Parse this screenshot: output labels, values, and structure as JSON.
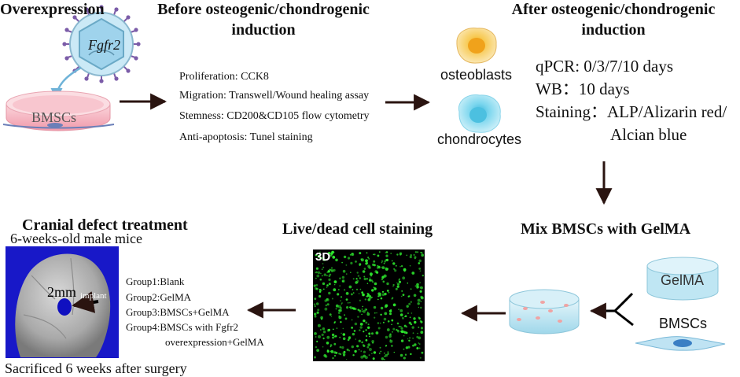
{
  "overexpression": {
    "title": "Overexpression",
    "gene_label": "Fgfr2",
    "dish_label": "BMSCs"
  },
  "before": {
    "title_line1": "Before osteogenic/chondrogenic",
    "title_line2": "induction",
    "assays": [
      "Proliferation: CCK8",
      "Migration: Transwell/Wound healing assay",
      "Stemness: CD200&CD105 flow cytometry",
      "Anti-apoptosis: Tunel staining"
    ]
  },
  "cells": {
    "osteoblasts_label": "osteoblasts",
    "chondrocytes_label": "chondrocytes"
  },
  "after": {
    "title_line1": "After osteogenic/chondrogenic",
    "title_line2": "induction",
    "lines": [
      "qPCR: 0/3/7/10 days",
      "WB：10 days",
      "Staining：ALP/Alizarin red/",
      "Alcian blue"
    ]
  },
  "mix": {
    "title": "Mix BMSCs with GelMA",
    "gelma_label": "GelMA",
    "bmscs_label": "BMSCs"
  },
  "live_dead": {
    "title": "Live/dead cell staining",
    "badge": "3D"
  },
  "cranial": {
    "title": "Cranial defect treatment",
    "subtitle": "6-weeks-old male mice",
    "defect_label": "2mm",
    "implant_label": "implant",
    "groups": [
      "Group1:Blank",
      "Group2:GelMA",
      "Group3:BMSCs+GelMA",
      "Group4:BMSCs with Fgfr2",
      "overexpression+GelMA"
    ],
    "footer": "Sacrificed 6 weeks after surgery"
  },
  "colors": {
    "arrow": "#2a1410",
    "dish_pink": "#f4b4be",
    "dish_rim": "#f9d3d9",
    "virus_blue": "#9fd3ec",
    "virus_spikes": "#7b5ca8",
    "osteoblast": "#f4c44a",
    "chondrocyte": "#66d0ea",
    "skull_bg": "#1818c8",
    "fluor_green": "#2ee82e",
    "gel_blue": "#bfe6f3"
  }
}
